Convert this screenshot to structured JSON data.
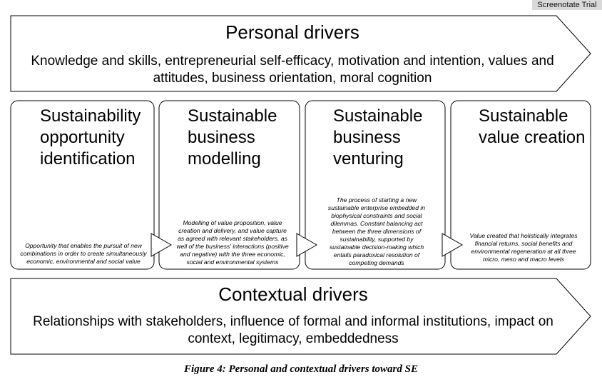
{
  "watermark": "Screenotate Trial",
  "personal": {
    "title": "Personal drivers",
    "description": "Knowledge and skills, entrepreneurial self-efficacy, motivation and intention, values and attitudes, business orientation, moral cognition"
  },
  "stages": [
    {
      "title": "Sustainability opportunity identification",
      "description": "Opportunity that enables the pursuit of new combinations in order to create simultaneously economic, environmental and social value"
    },
    {
      "title": "Sustainable business modelling",
      "description": "Modelling of value proposition, value creation and delivery, and value capture as agreed with relevant stakeholders, as well of the business' interactions (positive and negative) with the three economic, social and environmental systems"
    },
    {
      "title": "Sustainable business venturing",
      "description": "The process of starting a new sustainable enterprise embedded in biophysical constraints and social dilemmas. Constant balancing act between the three dimensions of sustainability, supported by sustainable decision-making which entails paradoxical resolution of competing demands"
    },
    {
      "title": "Sustainable value creation",
      "description": "Value created that holistically integrates financial returns, social benefits and environmental regeneration at all three micro, meso and macro levels"
    }
  ],
  "contextual": {
    "title": "Contextual drivers",
    "description": "Relationships with stakeholders, influence of formal and informal institutions, impact on context, legitimacy, embeddedness"
  },
  "caption": "Figure 4: Personal and contextual drivers toward SE"
}
